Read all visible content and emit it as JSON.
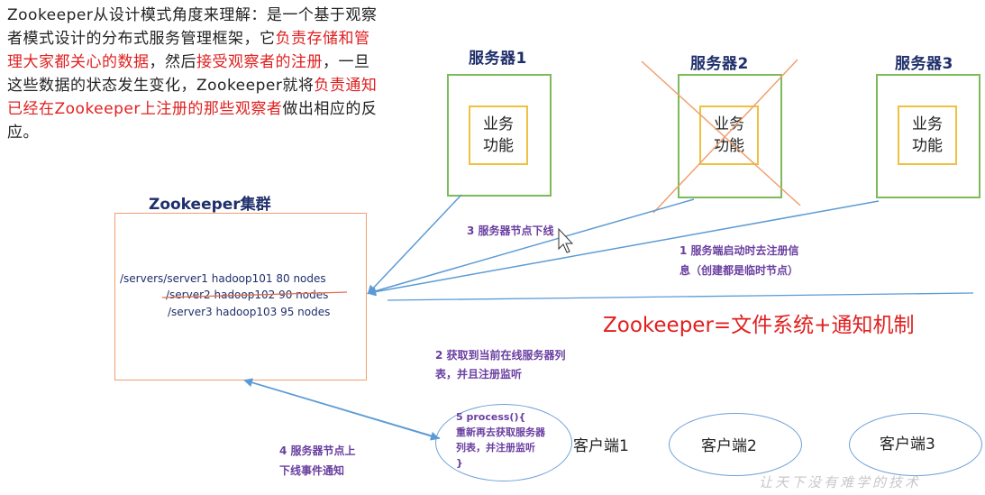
{
  "intro": {
    "s1": "Zookeeper从设计模式角度来理解：是一个基于观察者模式设计的分布式服务管理框架，它",
    "r1": "负责存储和管理大家都关心的数据",
    "s2": "，然后",
    "r2": "接受观察者的注册",
    "s3": "，一旦这些数据的状态发生变化，Zookeeper就将",
    "r3": "负责通知已经在Zookeeper上注册的那些观察者",
    "s4": "做出相应的反应。"
  },
  "servers": [
    {
      "title": "服务器1",
      "func1": "业务",
      "func2": "功能"
    },
    {
      "title": "服务器2",
      "func1": "业务",
      "func2": "功能"
    },
    {
      "title": "服务器3",
      "func1": "业务",
      "func2": "功能"
    }
  ],
  "cluster": {
    "title": "Zookeeper集群",
    "nodes": [
      "/servers/server1 hadoop101 80 nodes",
      "/server2 hadoop102 90 nodes",
      "/server3 hadoop103 95 nodes"
    ]
  },
  "annotations": {
    "step3": "3 服务器节点下线",
    "step1_l1": "1 服务端启动时去注册信",
    "step1_l2": "息（创建都是临时节点）",
    "step2_l1": "2 获取到当前在线服务器列",
    "step2_l2": "表，并且注册监听",
    "step4_l1": "4 服务器节点上",
    "step4_l2": "下线事件通知",
    "step5_l1": "5 process(){",
    "step5_l2": "重新再去获取服务器",
    "step5_l3": "列表，并注册监听",
    "step5_l4": "}"
  },
  "headline": "Zookeeper=文件系统+通知机制",
  "clients": [
    "客户端1",
    "客户端2",
    "客户端3"
  ],
  "watermark": "让天下没有难学的技术",
  "colors": {
    "red": "#e02020",
    "server_border": "#7dbb5a",
    "func_border": "#f0c040",
    "arrow": "#5b9bd5",
    "cross": "#f0a070",
    "annotation": "#6a3fa0"
  }
}
